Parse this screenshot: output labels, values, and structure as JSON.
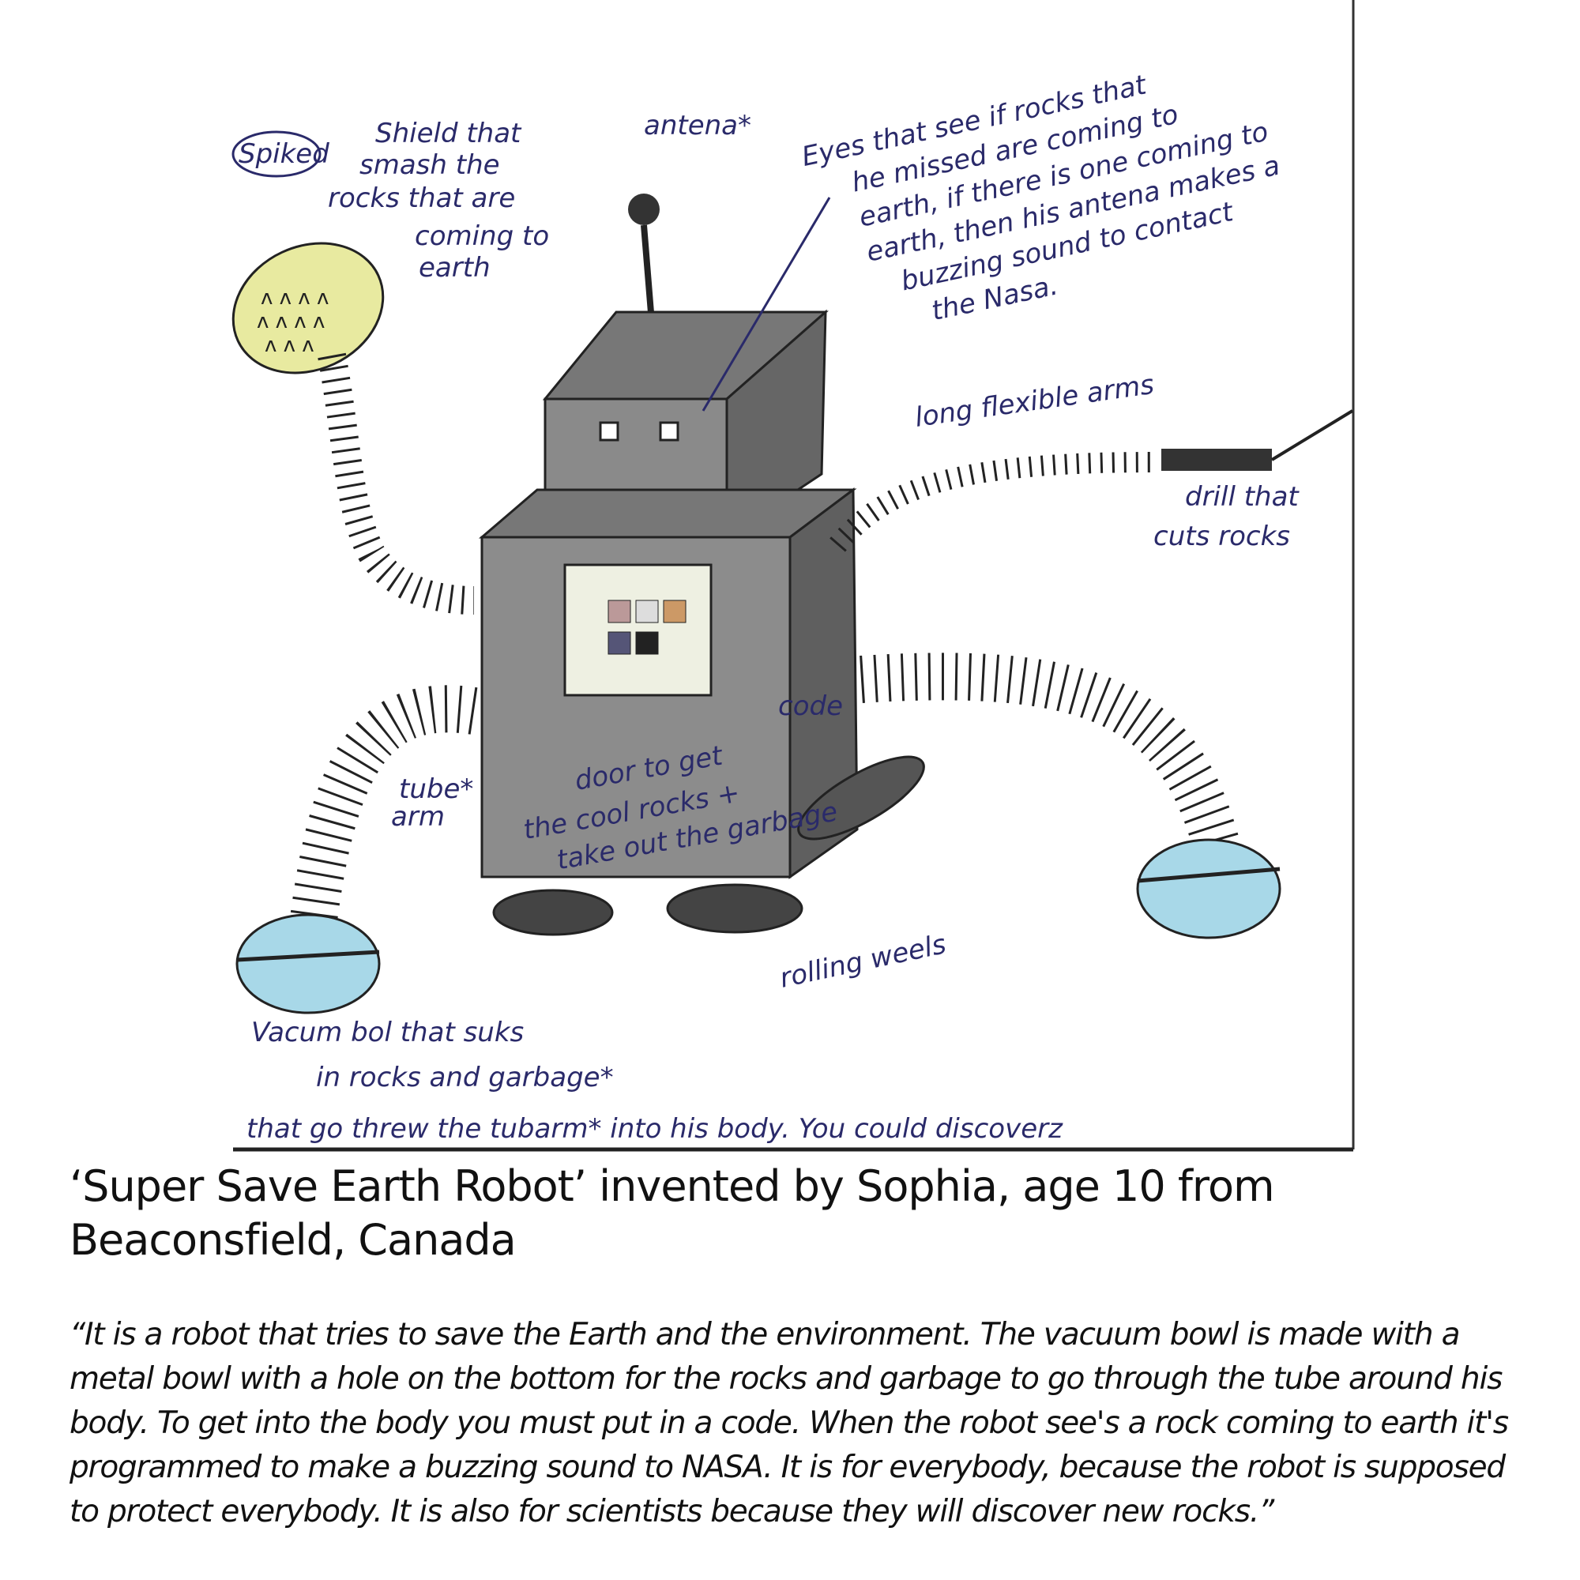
{
  "drawing": {
    "annotations": {
      "shield": "Spiked Shield that smash the rocks that are coming to earth",
      "shield_line1": "Spiked",
      "shield_line2": "Shield that",
      "shield_line3": "smash the",
      "shield_line4": "rocks that are",
      "shield_line5": "coming to",
      "shield_line6": "earth",
      "antenna": "antena*",
      "eyes_line1": "Eyes that see if rocks that",
      "eyes_line2": "he missed are coming to",
      "eyes_line3": "earth, if there is one coming to",
      "eyes_line4": "earth, then his antena makes a",
      "eyes_line5": "buzzing sound to contact",
      "eyes_line6": "the Nasa.",
      "arms": "long flexible arms",
      "drill_line1": "drill that",
      "drill_line2": "cuts rocks",
      "code": "code",
      "tube_line1": "tube*",
      "tube_line2": "arm",
      "door_line1": "door to get",
      "door_line2": "the cool rocks +",
      "door_line3": "take out the garbage",
      "wheels": "rolling weels",
      "vacuum_line1": "Vacum bol that suks",
      "vacuum_line2": "in rocks and garbage*",
      "vacuum_line3": "that go threw the tubarm* into his body. You could discoverz"
    }
  },
  "caption": {
    "title": "‘Super Save Earth Robot’ invented by Sophia, age 10 from Beaconsfield, Canada",
    "description": "“It is a robot that tries to save the Earth and the environment. The vacuum bowl is made with a metal bowl with a hole on the bottom for the rocks and garbage to go through the tube around his body. To get into the body you must put in a code. When the robot see's a rock coming to earth it's programmed to make a buzzing sound to NASA. It is for everybody, because the robot is supposed to protect everybody. It is also for scientists because they will discover new rocks.”"
  }
}
